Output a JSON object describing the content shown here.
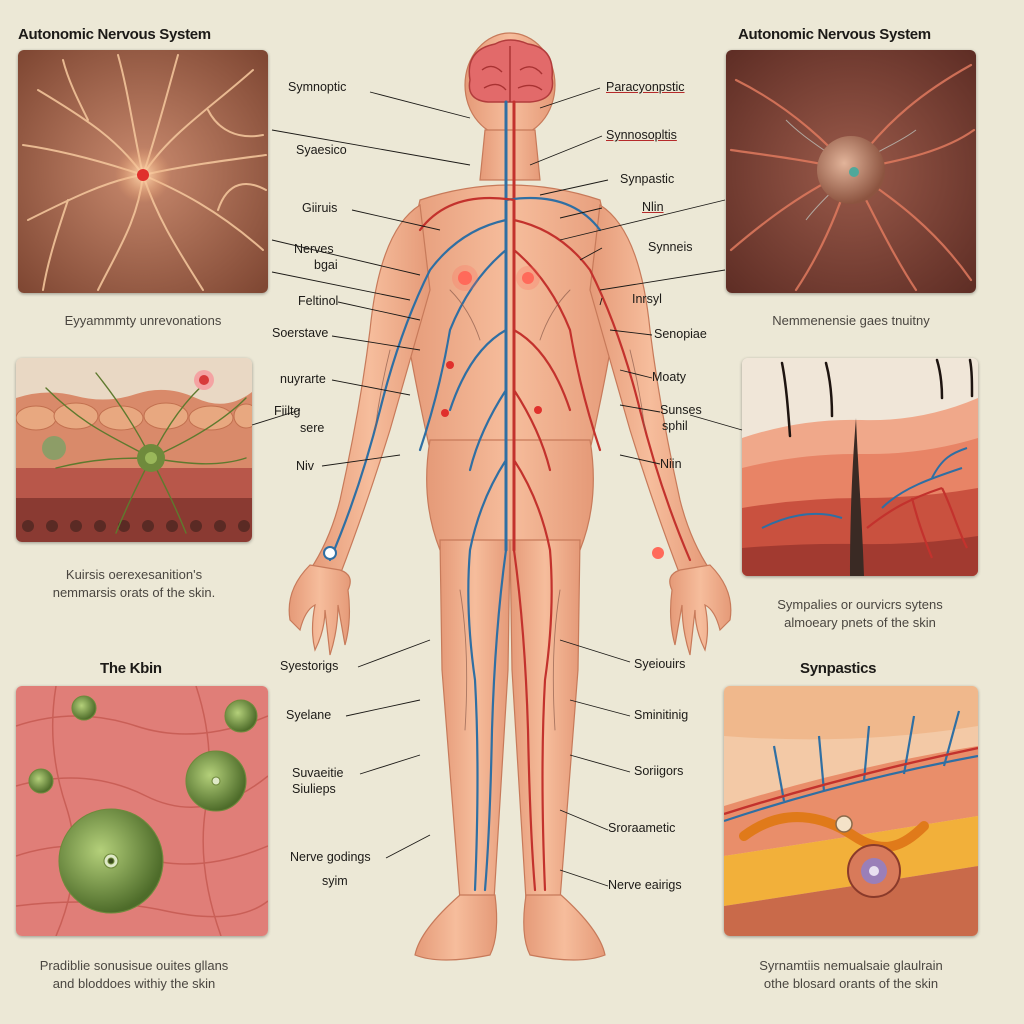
{
  "titles": {
    "top_left": "Autonomic Nervous System",
    "top_right": "Autonomic Nervous System",
    "bottom_left": "The Kbin",
    "bottom_right": "Synpastics"
  },
  "captions": {
    "left_1": "Eyyammmty unrevonations",
    "right_1": "Nemmenensie gaes tnuitny",
    "left_2_line1": "Kuirsis oerexesanition's",
    "left_2_line2": "nemmarsis orats of the skin.",
    "right_2_line1": "Sympalies or ourvicrs sytens",
    "right_2_line2": "almoeary pnets of the skin",
    "left_3_line1": "Pradiblie sonusisue ouites gllans",
    "left_3_line2": "and bloddoes withiy the skin",
    "right_3_line1": "Syrnamtiis nemualsaie glaulrain",
    "right_3_line2": "othe blosard orants of the skin"
  },
  "left_labels": [
    "Symnoptic",
    "Syaesico",
    "Giiruis",
    "Nerves",
    "bgai",
    "Feltinol",
    "Soerstave",
    "nuyrarte",
    "Fiiltg",
    "sere",
    "Niv",
    "Syestorigs",
    "Syelane",
    "Suvaeitie",
    "Siulieps",
    "Nerve godings",
    "syim"
  ],
  "right_labels": [
    "Paracyonpstic",
    "Synnosopltis",
    "Synpastic",
    "Nlin",
    "Synneis",
    "Inrsyl",
    "Senopiae",
    "Moaty",
    "Sunses",
    "sphil",
    "Niin",
    "Syeiouirs",
    "Sminitinig",
    "Soriigors",
    "Sroraametic",
    "Nerve eairigs"
  ],
  "colors": {
    "background": "#ece8d6",
    "skin": "#f0b08e",
    "sympathetic": "#c3322d",
    "parasympathetic": "#2f6fa3",
    "nerve_green": "#6f8a3c",
    "brain": "#e26a6a"
  }
}
